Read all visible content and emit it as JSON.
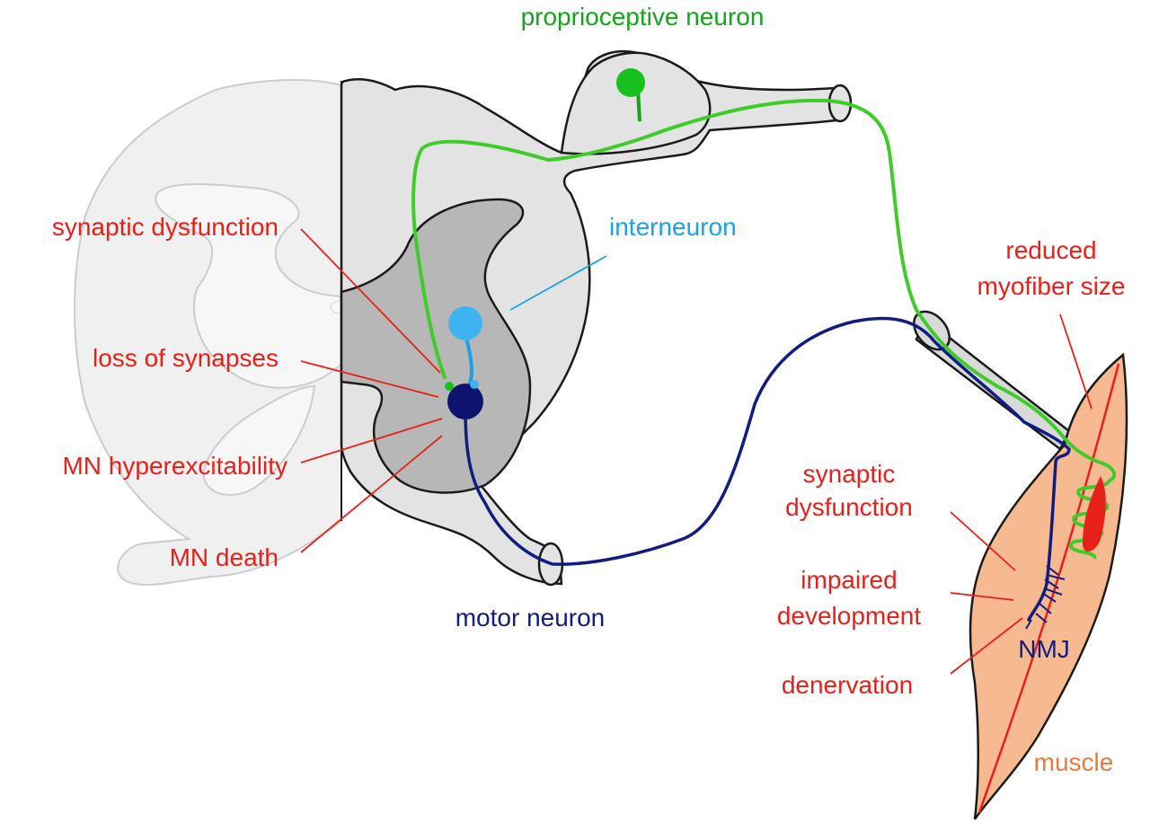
{
  "labels": {
    "proprioceptive_neuron": "proprioceptive neuron",
    "interneuron": "interneuron",
    "motor_neuron": "motor neuron",
    "synaptic_dysfunction_cord": "synaptic dysfunction",
    "loss_of_synapses": "loss of synapses",
    "mn_hyperexcitability": "MN hyperexcitability",
    "mn_death": "MN death",
    "reduced_line1": "reduced",
    "reduced_line2": "myofiber size",
    "synaptic_line1": "synaptic",
    "synaptic_line2": "dysfunction",
    "impaired_line1": "impaired",
    "impaired_line2": "development",
    "denervation": "denervation",
    "nmj": "NMJ",
    "muscle": "muscle"
  },
  "colors": {
    "pathology_text": "#e8201a",
    "proprioceptive": "#17a41d",
    "proprioceptive_fiber": "#3fcc2a",
    "interneuron": "#1aa1e6",
    "motor_neuron": "#101c80",
    "muscle_fill": "#f7b98f",
    "muscle_text": "#ea7a3c",
    "gray_matter": "#b5b5b5",
    "white_matter": "#e0e0e0"
  }
}
